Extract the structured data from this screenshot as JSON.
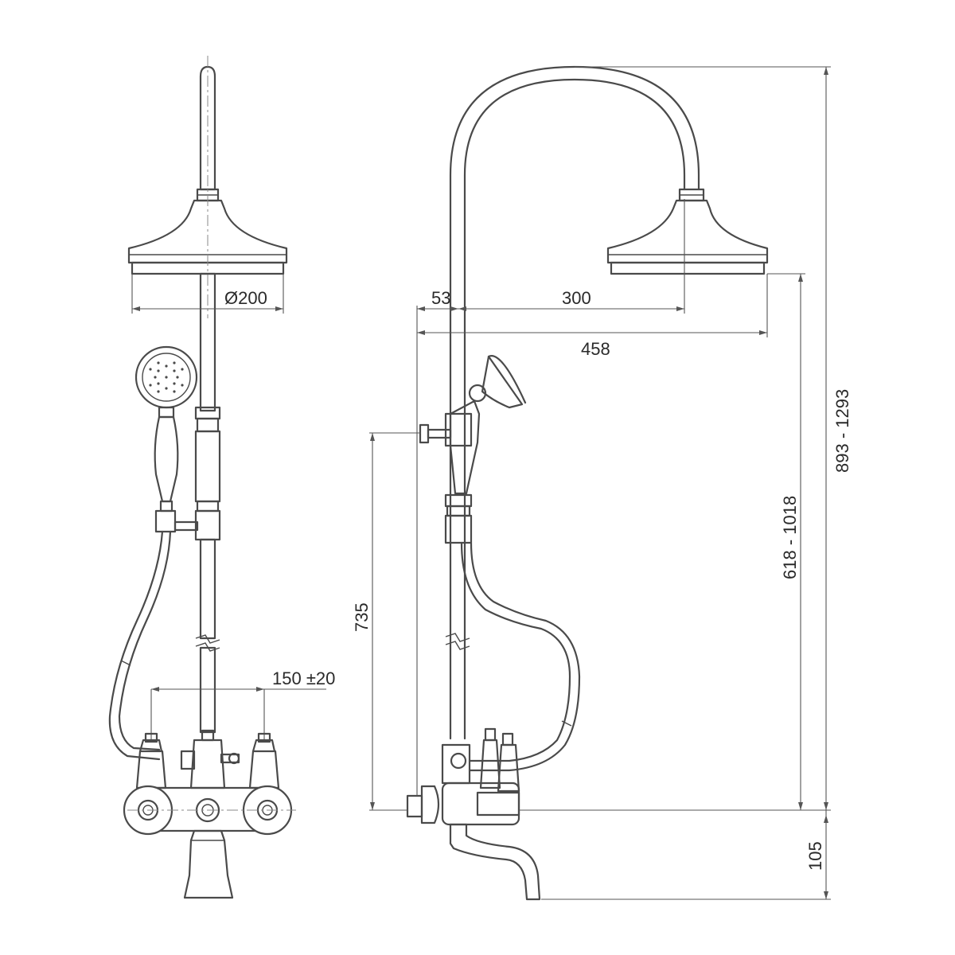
{
  "dimensions": {
    "head_diameter": "Ø200",
    "valve_spacing": "150 ±20",
    "column_offset": "53",
    "arm_reach": "300",
    "overall_reach": "458",
    "bracket_height": "735",
    "head_height": "618 - 1018",
    "overall_height": "893 - 1293",
    "spout_drop": "105"
  }
}
